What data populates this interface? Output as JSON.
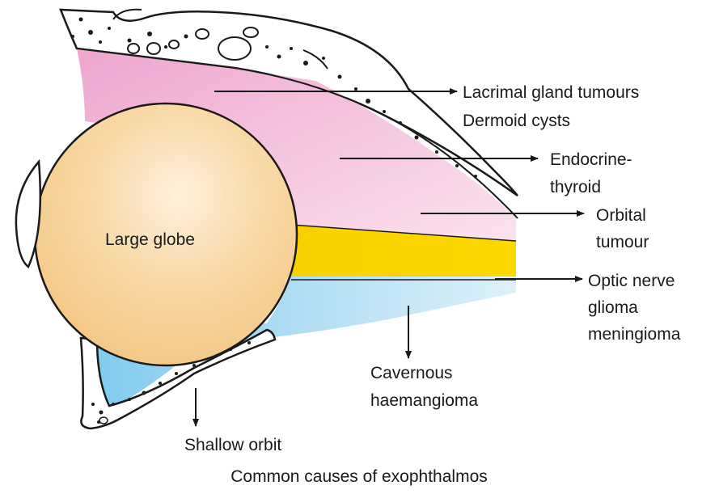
{
  "diagram": {
    "title": "",
    "labels": {
      "lacrimal_line1": "Lacrimal gland tumours",
      "lacrimal_line2": "Dermoid cysts",
      "endocrine_line1": "Endocrine-",
      "endocrine_line2": "thyroid",
      "orbital_line1": "Orbital",
      "orbital_line2": "tumour",
      "optic_line1": "Optic nerve",
      "optic_line2": "glioma",
      "optic_line3": "meningioma",
      "cavernous_line1": "Cavernous",
      "cavernous_line2": "haemangioma",
      "globe": "Large globe",
      "shallow": "Shallow orbit"
    },
    "caption": "Common causes of exophthalmos"
  },
  "colors": {
    "pink": "#efb1d3",
    "pink_light": "#f9dcec",
    "yellow": "#fdd400",
    "blue": "#94d4f0",
    "globe": "#f7cf93",
    "bone": "#ffffff",
    "ink": "#1a1a1a"
  }
}
